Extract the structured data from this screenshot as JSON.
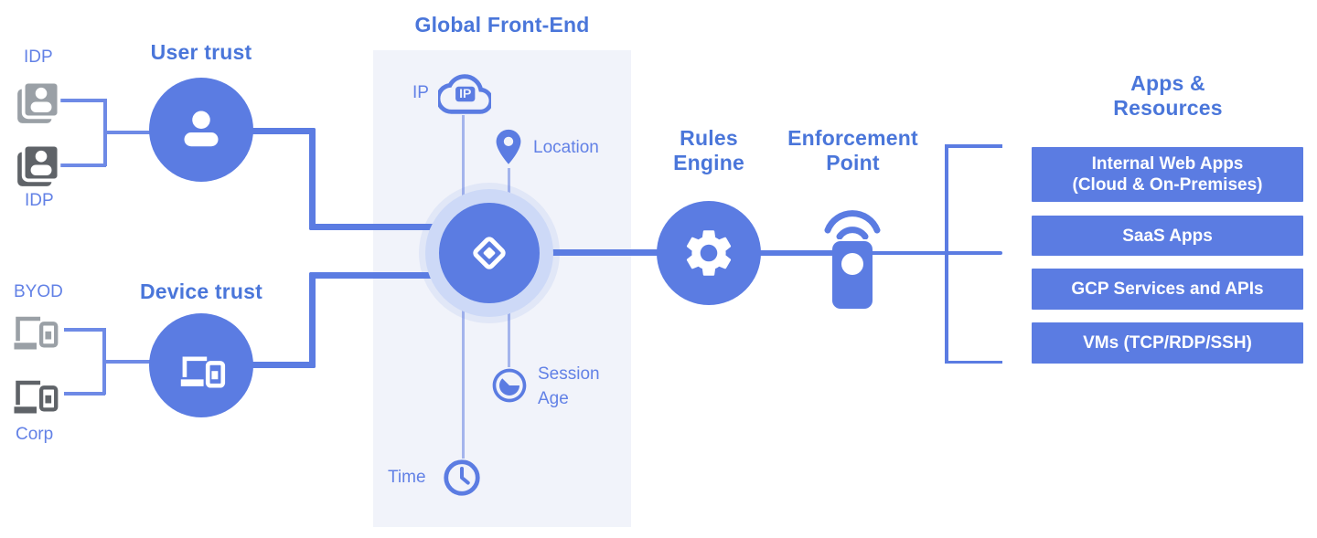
{
  "colors": {
    "accent": "#5b7ce2",
    "heading_blue": "#4a76da",
    "label_blue": "#6281e6",
    "panel_bg": "#f1f3fa",
    "halo_blue": "#cdd9f7",
    "gray_light": "#9aa0a6",
    "gray_dark": "#5f6368",
    "bar_text": "#ffffff"
  },
  "labels": {
    "user_trust": "User trust",
    "device_trust": "Device trust",
    "idp_top": "IDP",
    "idp_bottom": "IDP",
    "byod": "BYOD",
    "corp": "Corp",
    "global_front_end": "Global Front-End",
    "ip": "IP",
    "ip_badge": "IP",
    "location": "Location",
    "session_line1": "Session",
    "session_line2": "Age",
    "time": "Time",
    "rules_engine_line1": "Rules",
    "rules_engine_line2": "Engine",
    "enforcement_line1": "Enforcement",
    "enforcement_line2": "Point",
    "apps_resources_line1": "Apps &",
    "apps_resources_line2": "Resources"
  },
  "resources": [
    {
      "line1": "Internal Web Apps",
      "line2": "(Cloud & On-Premises)"
    },
    {
      "line1": "SaaS Apps",
      "line2": ""
    },
    {
      "line1": "GCP Services and APIs",
      "line2": ""
    },
    {
      "line1": "VMs (TCP/RDP/SSH)",
      "line2": ""
    }
  ]
}
